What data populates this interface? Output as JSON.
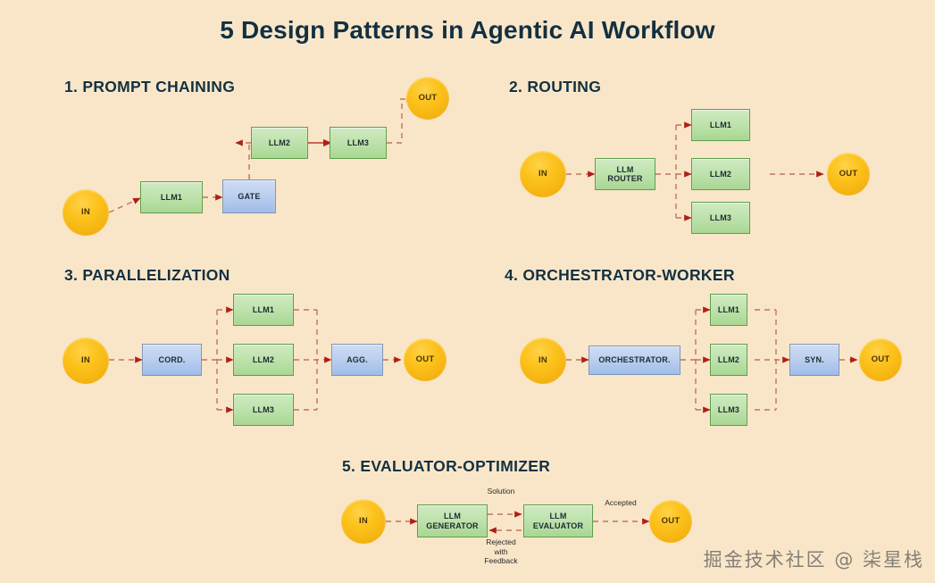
{
  "title": "5 Design Patterns in Agentic AI Workflow",
  "theme": {
    "background": "#f9e6c8",
    "title_color": "#14303f",
    "heading_color": "#14303f",
    "arrow_color": "#c0392b",
    "circle_color": "#fcc21b",
    "green_fill": "#bfe3ae",
    "green_border": "#5f9e49",
    "blue_fill": "#bdd0ef",
    "blue_border": "#7d95b5"
  },
  "watermark": "掘金技术社区 @ 柒星栈",
  "sections": [
    {
      "id": "prompt-chaining",
      "heading": "1. PROMPT CHAINING",
      "nodes": {
        "in": "IN",
        "llm1": "LLM1",
        "gate": "GATE",
        "llm2": "LLM2",
        "llm3": "LLM3",
        "out": "OUT"
      }
    },
    {
      "id": "routing",
      "heading": "2. ROUTING",
      "nodes": {
        "in": "IN",
        "router": "LLM\nROUTER",
        "llm1": "LLM1",
        "llm2": "LLM2",
        "llm3": "LLM3",
        "out": "OUT"
      }
    },
    {
      "id": "parallelization",
      "heading": "3. PARALLELIZATION",
      "nodes": {
        "in": "IN",
        "cord": "CORD.",
        "llm1": "LLM1",
        "llm2": "LLM2",
        "llm3": "LLM3",
        "agg": "AGG.",
        "out": "OUT"
      }
    },
    {
      "id": "orchestrator-worker",
      "heading": "4. ORCHESTRATOR-WORKER",
      "nodes": {
        "in": "IN",
        "orchestrator": "ORCHESTRATOR.",
        "llm1": "LLM1",
        "llm2": "LLM2",
        "llm3": "LLM3",
        "syn": "SYN.",
        "out": "OUT"
      }
    },
    {
      "id": "evaluator-optimizer",
      "heading": "5. EVALUATOR-OPTIMIZER",
      "nodes": {
        "in": "IN",
        "generator": "LLM\nGENERATOR",
        "evaluator": "LLM\nEVALUATOR",
        "out": "OUT"
      },
      "edge_labels": {
        "solution": "Solution",
        "rejected": "Rejected\nwith\nFeedback",
        "accepted": "Accepted"
      }
    }
  ]
}
